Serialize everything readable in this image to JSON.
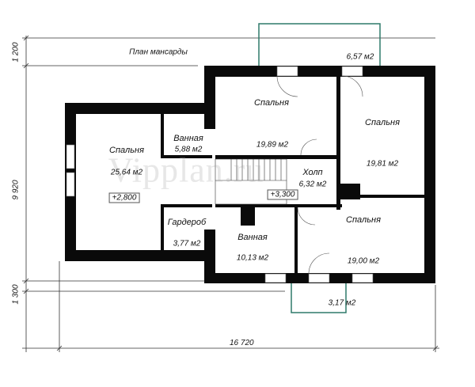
{
  "title": "План мансарды",
  "watermark": "Vipplan.ru",
  "dimensions": {
    "top_offset": "1 200",
    "height": "9 920",
    "bottom_offset": "1 300",
    "width": "16 720"
  },
  "rooms": [
    {
      "name": "Спальня",
      "area": "25,64 м2"
    },
    {
      "name": "Ванная",
      "area": "5,88 м2"
    },
    {
      "name": "Гардероб",
      "area": "3,77 м2"
    },
    {
      "name": "Спальня",
      "area": "19,89 м2"
    },
    {
      "name": "Спальня",
      "area": "19,81 м2"
    },
    {
      "name": "Холп",
      "area": "6,32 м2"
    },
    {
      "name": "Спальня",
      "area": "19,00 м2"
    },
    {
      "name": "Ванная",
      "area": "10,13 м2"
    }
  ],
  "balconies": [
    {
      "area": "6,57 м2"
    },
    {
      "area": "3,17 м2"
    }
  ],
  "levels": [
    "+2,800",
    "+3,300"
  ],
  "colors": {
    "wall": "#0a0a0a",
    "balcony": "#2f7a6a"
  }
}
